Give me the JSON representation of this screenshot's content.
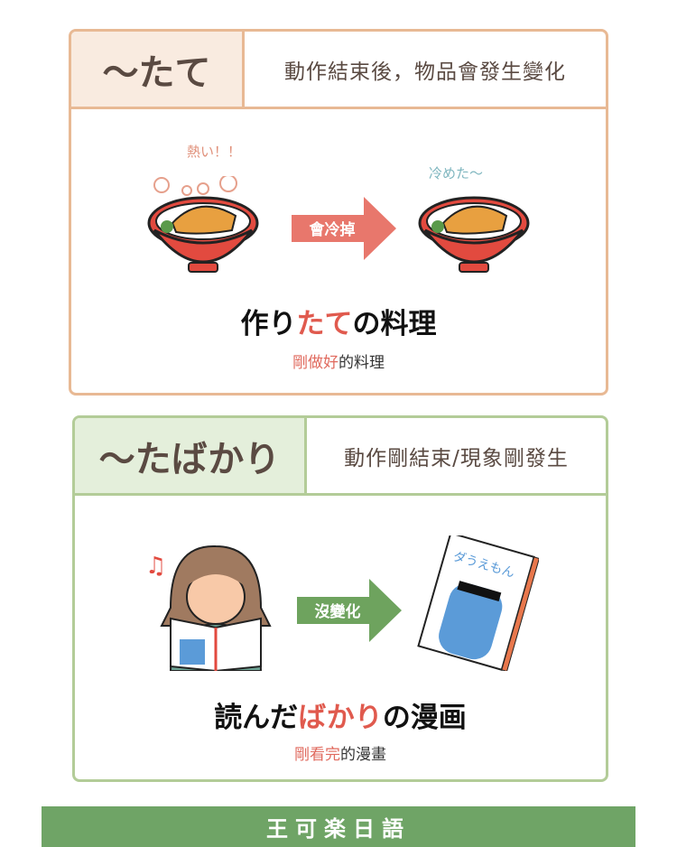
{
  "section1": {
    "pattern": "～たて",
    "meaning": "動作結束後，物品會發生變化",
    "hot_note": "熱い！！",
    "cold_note": "冷めた～",
    "arrow_label": "會冷掉",
    "example_pre": "作り",
    "example_hl": "たて",
    "example_post": "の料理",
    "translation_hl": "剛做好",
    "translation_post": "的料理"
  },
  "section2": {
    "pattern": "～たばかり",
    "meaning": "動作剛結束/現象剛發生",
    "arrow_label": "沒變化",
    "book_title": "ダうえもん",
    "example_pre": "読んだ",
    "example_hl": "ばかり",
    "example_post": "の漫画",
    "translation_hl": "剛看完",
    "translation_post": "的漫畫"
  },
  "footer": {
    "brand": "王可楽日語"
  },
  "colors": {
    "orange_border": "#e8b994",
    "green_border": "#b3cc98",
    "red_arrow": "#e8776c",
    "green_arrow": "#6ea35e",
    "highlight": "#e05a4e",
    "footer": "#6fa466"
  }
}
